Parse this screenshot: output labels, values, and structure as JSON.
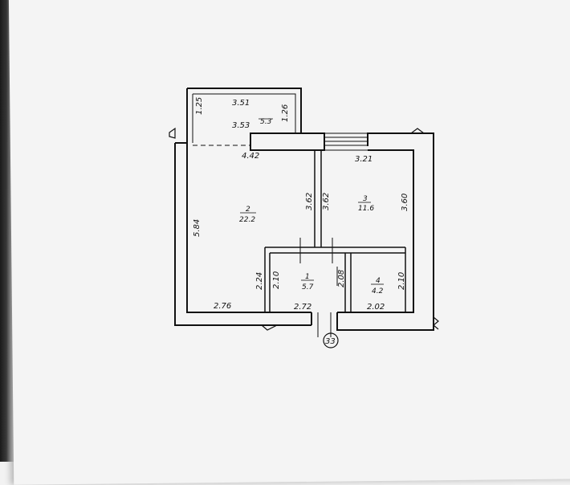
{
  "plan": {
    "rooms": [
      {
        "number": "1",
        "area": "5.7"
      },
      {
        "number": "2",
        "area": "22.2"
      },
      {
        "number": "3",
        "area": "11.6"
      },
      {
        "number": "4",
        "area": "4.2"
      }
    ],
    "balcony": {
      "area": "5.3"
    },
    "dimensions": {
      "balcony_left": "1.25",
      "balcony_top": "3.51",
      "balcony_inner": "3.53",
      "balcony_right": "1.26",
      "room2_top": "4.42",
      "room2_left": "5.84",
      "room2_right": "3.62",
      "room2_bottom": "2.76",
      "room3_left": "3.62",
      "room3_top": "3.21",
      "room3_right": "3.60",
      "hall_left_outer": "2.24",
      "hall_left": "2.10",
      "hall_right": "2.08",
      "hall_bottom": "2.72",
      "bath_right": "2.10",
      "bath_bottom": "2.02"
    },
    "axis_marker": "33"
  }
}
